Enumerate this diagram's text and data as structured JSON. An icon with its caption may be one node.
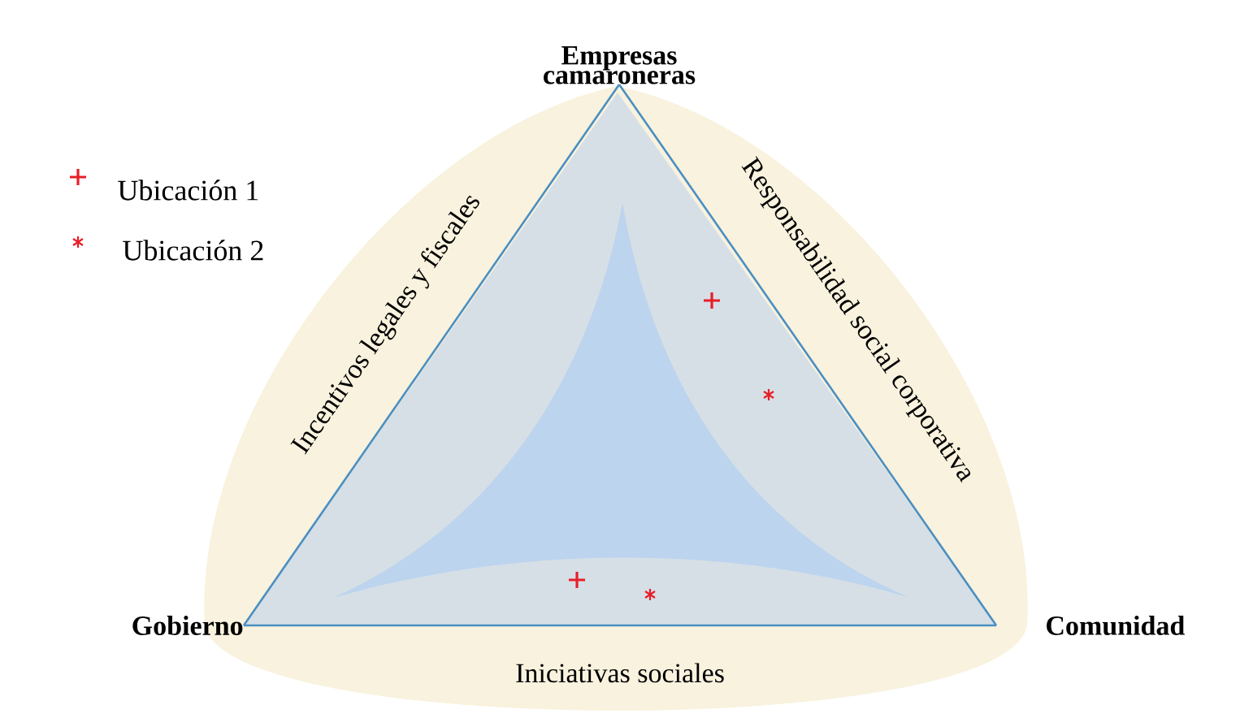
{
  "diagram": {
    "nodes": [
      {
        "text": [
          "Empresas camaroneras"
        ]
      },
      {
        "text": [
          "Gobierno"
        ]
      },
      {
        "text": [
          "Comunidad"
        ]
      }
    ],
    "edges": [
      {
        "from": 1,
        "to": 0,
        "arrow": "none",
        "label": "Incentivos legales y fiscales"
      },
      {
        "from": 0,
        "to": 2,
        "arrow": "none",
        "label": "Responsabilidad social corporativa"
      },
      {
        "from": 1,
        "to": 2,
        "arrow": "none",
        "label": "Iniciativas sociales"
      }
    ],
    "legend": [
      {
        "text": "Ubicación 1"
      },
      {
        "text": "Ubicación 2"
      }
    ]
  }
}
